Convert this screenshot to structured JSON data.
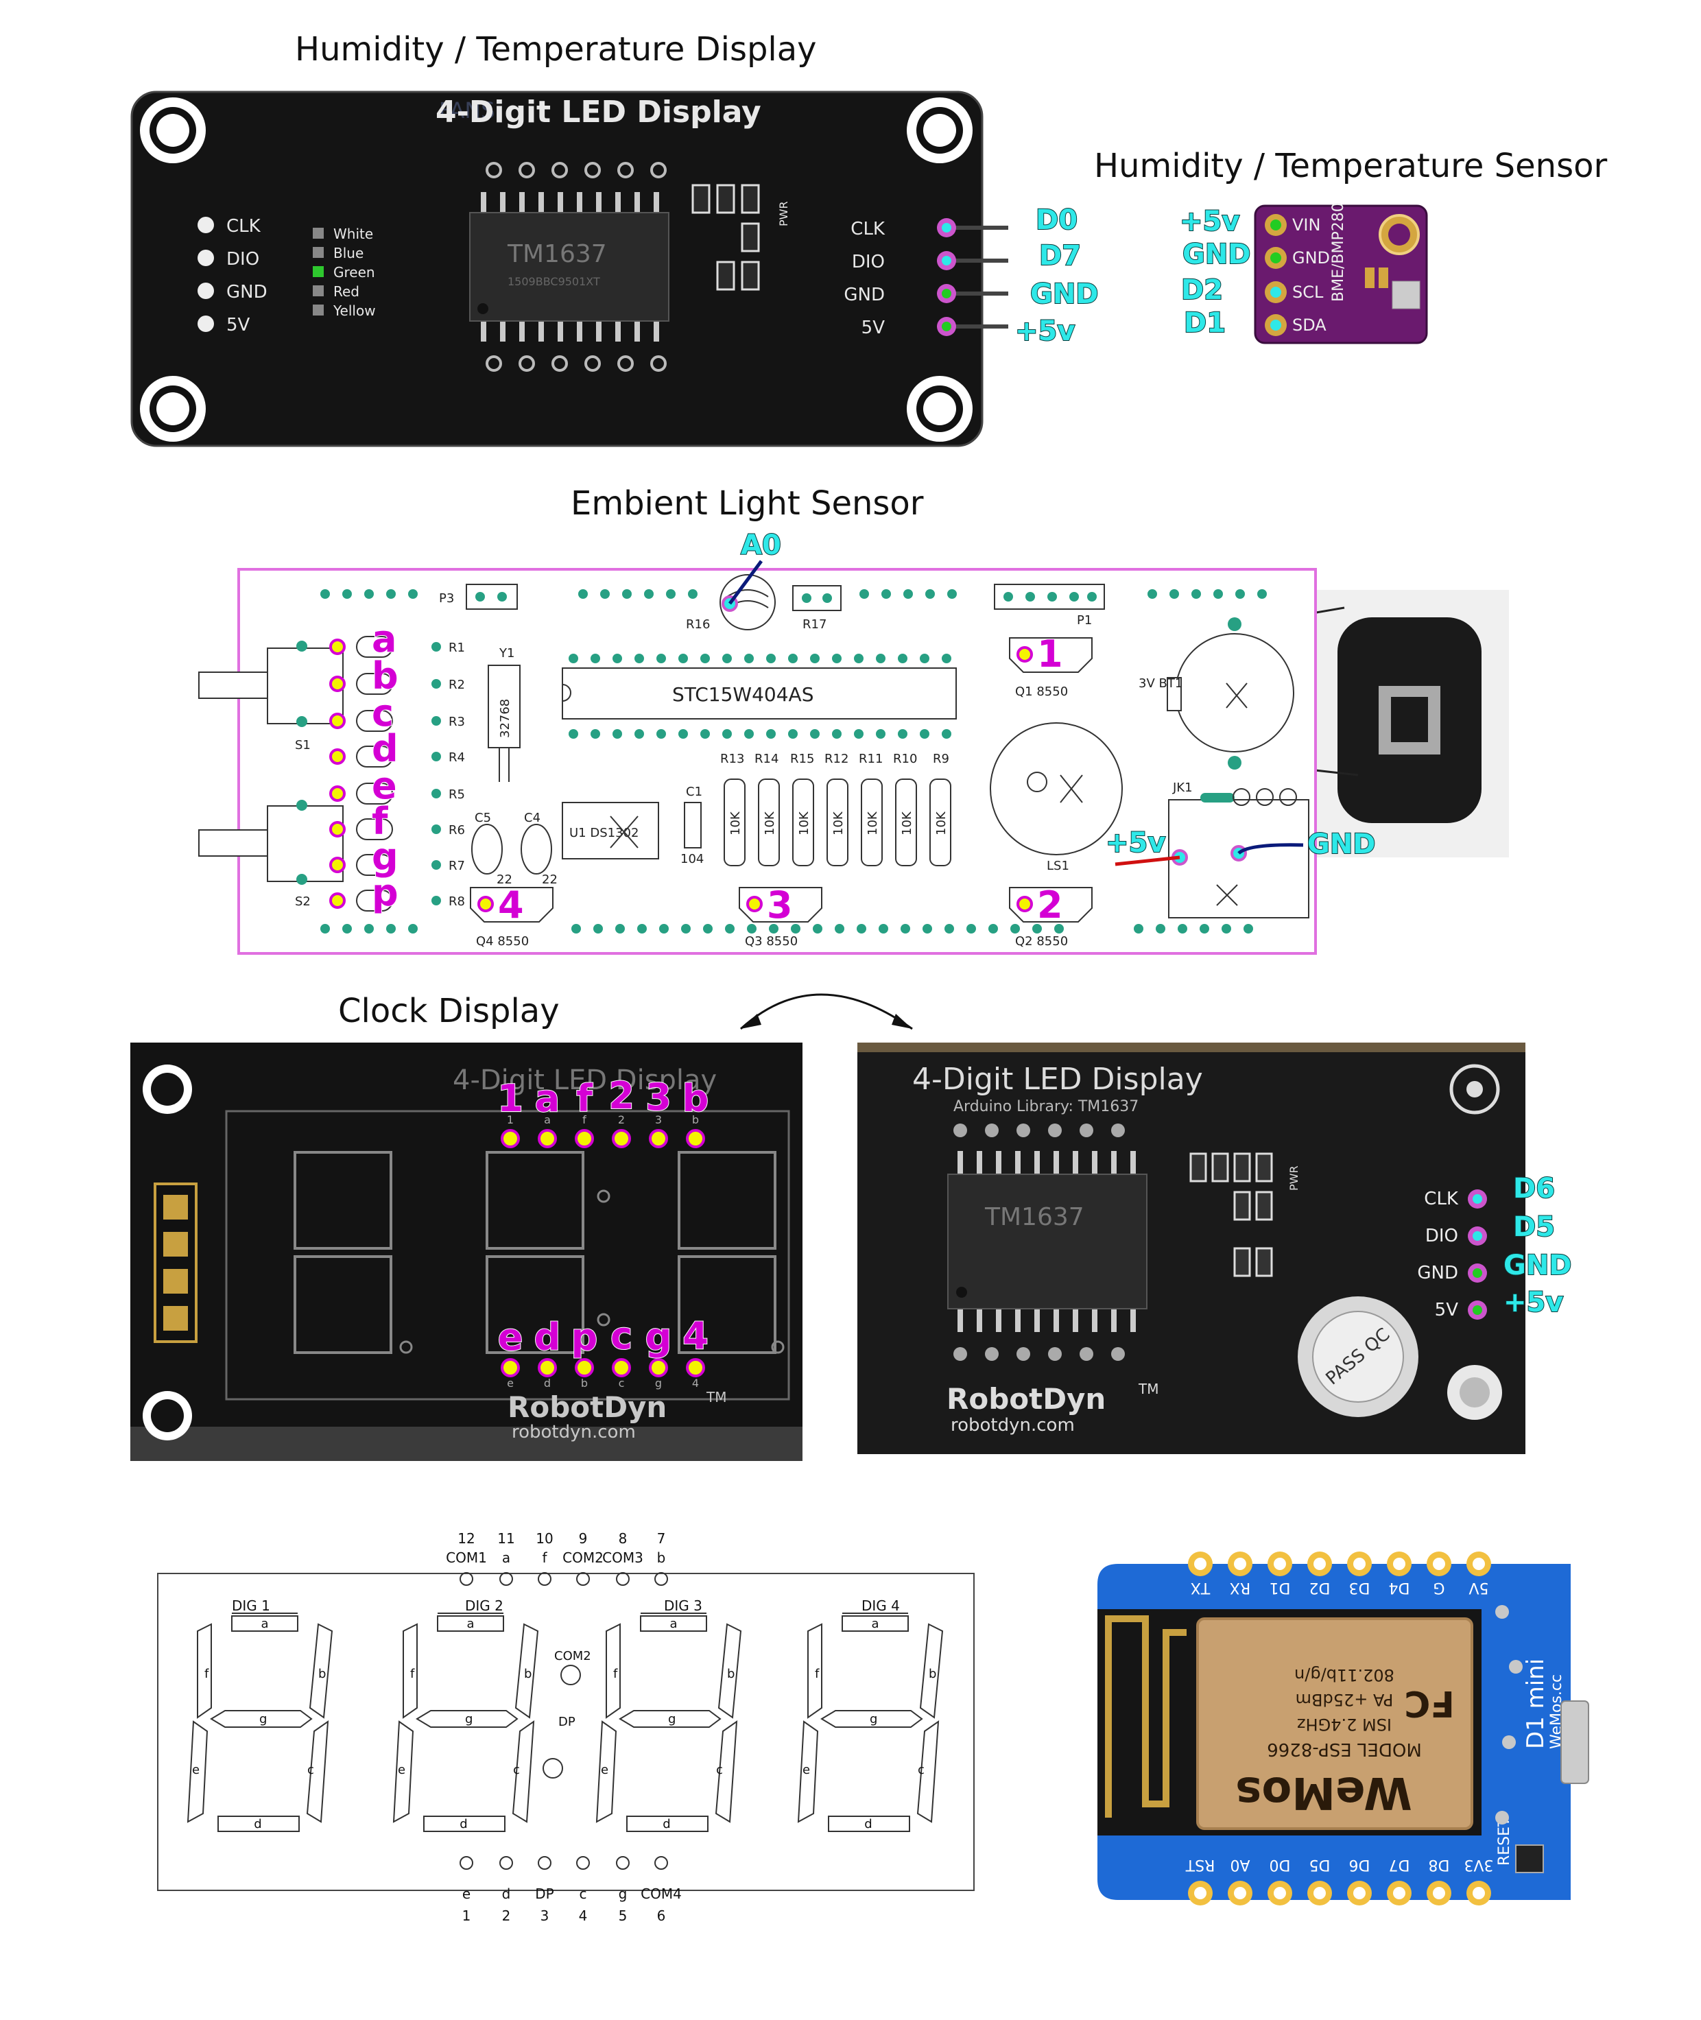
{
  "titles": {
    "display": "Humidity / Temperature Display",
    "sensor": "Humidity / Temperature Sensor",
    "light": "Embient Light Sensor",
    "clock": "Clock Display"
  },
  "top_display": {
    "board_title": "4-Digit LED Display",
    "chip": "TM1637",
    "chip_code": "1509BBC9501XT",
    "pwr": "PWR",
    "left_pins": [
      "CLK",
      "DIO",
      "GND",
      "5V"
    ],
    "color_options": [
      "White",
      "Blue",
      "Green",
      "Red",
      "Yellow"
    ],
    "right_pins": [
      "CLK",
      "DIO",
      "GND",
      "5V"
    ],
    "connections": [
      "D0",
      "D7",
      "GND",
      "+5v"
    ],
    "watermark": "FANS"
  },
  "sensor": {
    "board_label": "BME/BMP280",
    "pins": [
      "VIN",
      "GND",
      "SCL",
      "SDA"
    ],
    "connections": [
      "+5v",
      "GND",
      "D2",
      "D1"
    ]
  },
  "light_pcb": {
    "a0": "A0",
    "chip": "STC15W404AS",
    "ldr": "R16",
    "resistors_top": [
      "R1",
      "R2",
      "R3",
      "R4",
      "R5",
      "R6",
      "R7",
      "R8"
    ],
    "segment_labels": [
      "a",
      "b",
      "c",
      "d",
      "e",
      "f",
      "g",
      "p"
    ],
    "headers": [
      "P3",
      "P1",
      "R17"
    ],
    "crystal": "Y1",
    "crystal_value": "32768",
    "switches": [
      "S1",
      "S2"
    ],
    "caps": [
      "C5",
      "C4",
      "C1"
    ],
    "cap_values": [
      "22",
      "22",
      "104"
    ],
    "rtc": "U1  DS1302",
    "rnet_labels": [
      "R13",
      "R14",
      "R15",
      "R12",
      "R11",
      "R10",
      "R9"
    ],
    "rnet_value": "10K",
    "transistors": [
      "Q1  8550",
      "Q2  8550",
      "Q3  8550",
      "Q4  8550"
    ],
    "digit_labels": [
      "1",
      "2",
      "3",
      "4"
    ],
    "battery": "3V BT1",
    "buzzer": "LS1",
    "jack": "JK1",
    "plus5v": "+5v",
    "gnd": "GND"
  },
  "clock_front": {
    "board_title": "4-Digit LED Display",
    "top_pins": [
      "1",
      "a",
      "f",
      "2",
      "3",
      "b"
    ],
    "top_silk": [
      "1",
      "a",
      "f",
      "2",
      "3",
      "b"
    ],
    "bottom_pins": [
      "e",
      "d",
      "p",
      "c",
      "g",
      "4"
    ],
    "bottom_silk": [
      "e",
      "d",
      "b",
      "c",
      "g",
      "4"
    ],
    "brand": "RobotDyn",
    "tm": "TM",
    "url": "robotdyn.com"
  },
  "clock_back": {
    "board_title": "4-Digit LED Display",
    "library": "Arduino Library: TM1637",
    "chip": "TM1637",
    "pins": [
      "CLK",
      "DIO",
      "GND",
      "5V"
    ],
    "connections": [
      "D6",
      "D5",
      "GND",
      "+5v"
    ],
    "pwr": "PWR",
    "sticker": "PASS QC",
    "brand": "RobotDyn",
    "tm": "TM",
    "url": "robotdyn.com"
  },
  "schematic": {
    "top_numbers": [
      "12",
      "11",
      "10",
      "9",
      "8",
      "7"
    ],
    "top_names": [
      "COM1",
      "a",
      "f",
      "COM2",
      "COM3",
      "b"
    ],
    "digits": [
      "DIG 1",
      "DIG 2",
      "DIG 3",
      "DIG 4"
    ],
    "segments": [
      "a",
      "b",
      "c",
      "d",
      "e",
      "f",
      "g"
    ],
    "com2": "COM2",
    "dp": "DP",
    "bottom_names": [
      "e",
      "d",
      "DP",
      "c",
      "g",
      "COM4"
    ],
    "bottom_numbers": [
      "1",
      "2",
      "3",
      "4",
      "5",
      "6"
    ]
  },
  "wemos": {
    "top_pins": [
      "5V",
      "G",
      "D4",
      "D3",
      "D2",
      "D1",
      "RX",
      "TX"
    ],
    "bottom_pins": [
      "RST",
      "A0",
      "D0",
      "D5",
      "D6",
      "D7",
      "D8",
      "3V3"
    ],
    "model": "D1 mini",
    "brand_site": "WeMos.cc",
    "module": "MODEL ESP-8266",
    "ism": "ISM 2.4GHz",
    "pa": "PA +25dBm",
    "wifi": "802.11b/g/n",
    "fcc": "FC",
    "brand": "WeMos",
    "reset": "RESET"
  },
  "colors": {
    "pcb_black": "#151515",
    "pcb_blue": "#1e6ad6",
    "sensor_purple": "#6a1a6e",
    "label_cyan": "#2ee8e8",
    "label_magenta": "#d400d4",
    "pin_yellow": "#f4f400",
    "pin_green": "#22cc22",
    "pcb_outline": "#e070e0"
  }
}
